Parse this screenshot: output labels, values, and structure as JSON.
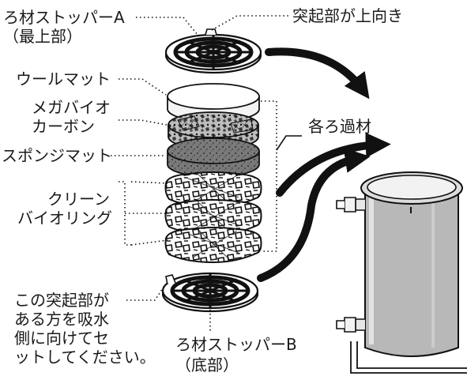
{
  "labels": {
    "strainer_a": "ろ材ストッパーA",
    "strainer_a_sub": "（最上部）",
    "protrusion_up": "突起部が上向き",
    "wool_mat": "ウールマット",
    "mega_bio_1": "メガバイオ",
    "mega_bio_2": "カーボン",
    "sponge_mat": "スポンジマット",
    "clean_1": "クリーン",
    "clean_2": "バイオリング",
    "each_media": "各ろ過材",
    "note_1": "この突起部が",
    "note_2": "ある方を吸水",
    "note_3": "側に向けてセ",
    "note_4": "ットしてください。",
    "strainer_b": "ろ材ストッパーB",
    "strainer_b_sub": "（底部）"
  }
}
